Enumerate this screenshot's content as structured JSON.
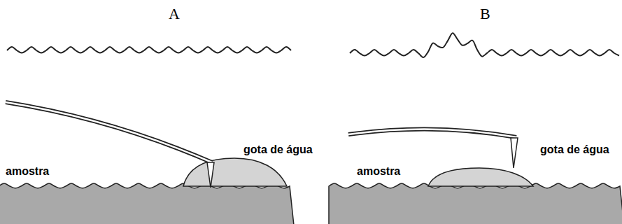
{
  "diagram": {
    "labels": [
      "A",
      "B",
      "amostra",
      "gota de água",
      "amostra",
      "gota de água"
    ]
  }
}
